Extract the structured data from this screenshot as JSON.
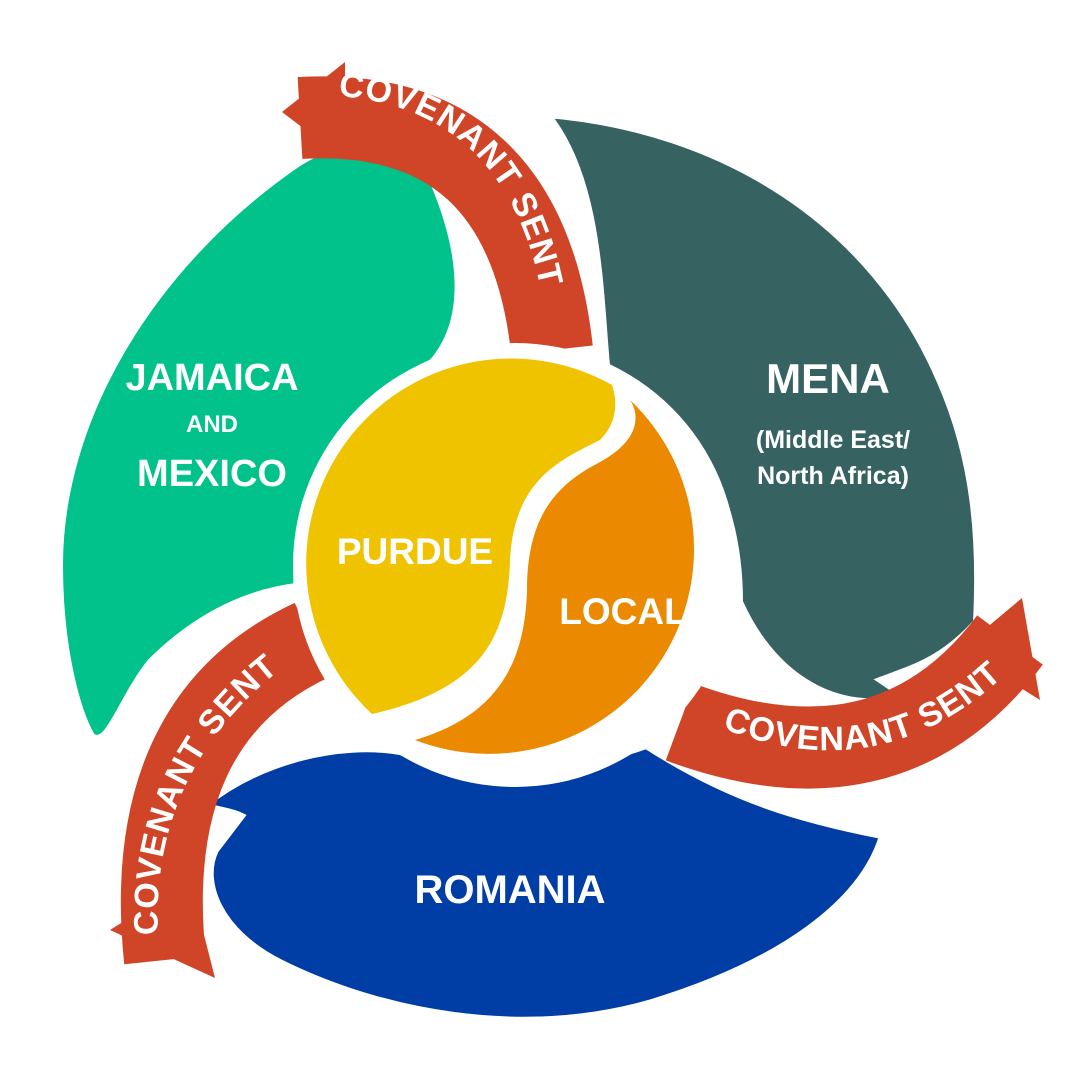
{
  "colors": {
    "jamaica_mexico": "#00c28a",
    "mena": "#376262",
    "romania": "#003da5",
    "covenant_sent": "#d04527",
    "purdue": "#f0c300",
    "local": "#eb8a00"
  },
  "regions": {
    "jamaica_mexico": {
      "line1": "JAMAICA",
      "line2": "AND",
      "line3": "MEXICO"
    },
    "mena": {
      "title": "MENA",
      "sub1": "(Middle East/",
      "sub2": "North Africa)"
    },
    "romania": {
      "title": "ROMANIA"
    }
  },
  "center": {
    "purdue": "PURDUE",
    "local": "LOCAL"
  },
  "arrows": [
    {
      "label": "COVENANT SENT"
    },
    {
      "label": "COVENANT SENT"
    },
    {
      "label": "COVENANT SENT"
    }
  ]
}
